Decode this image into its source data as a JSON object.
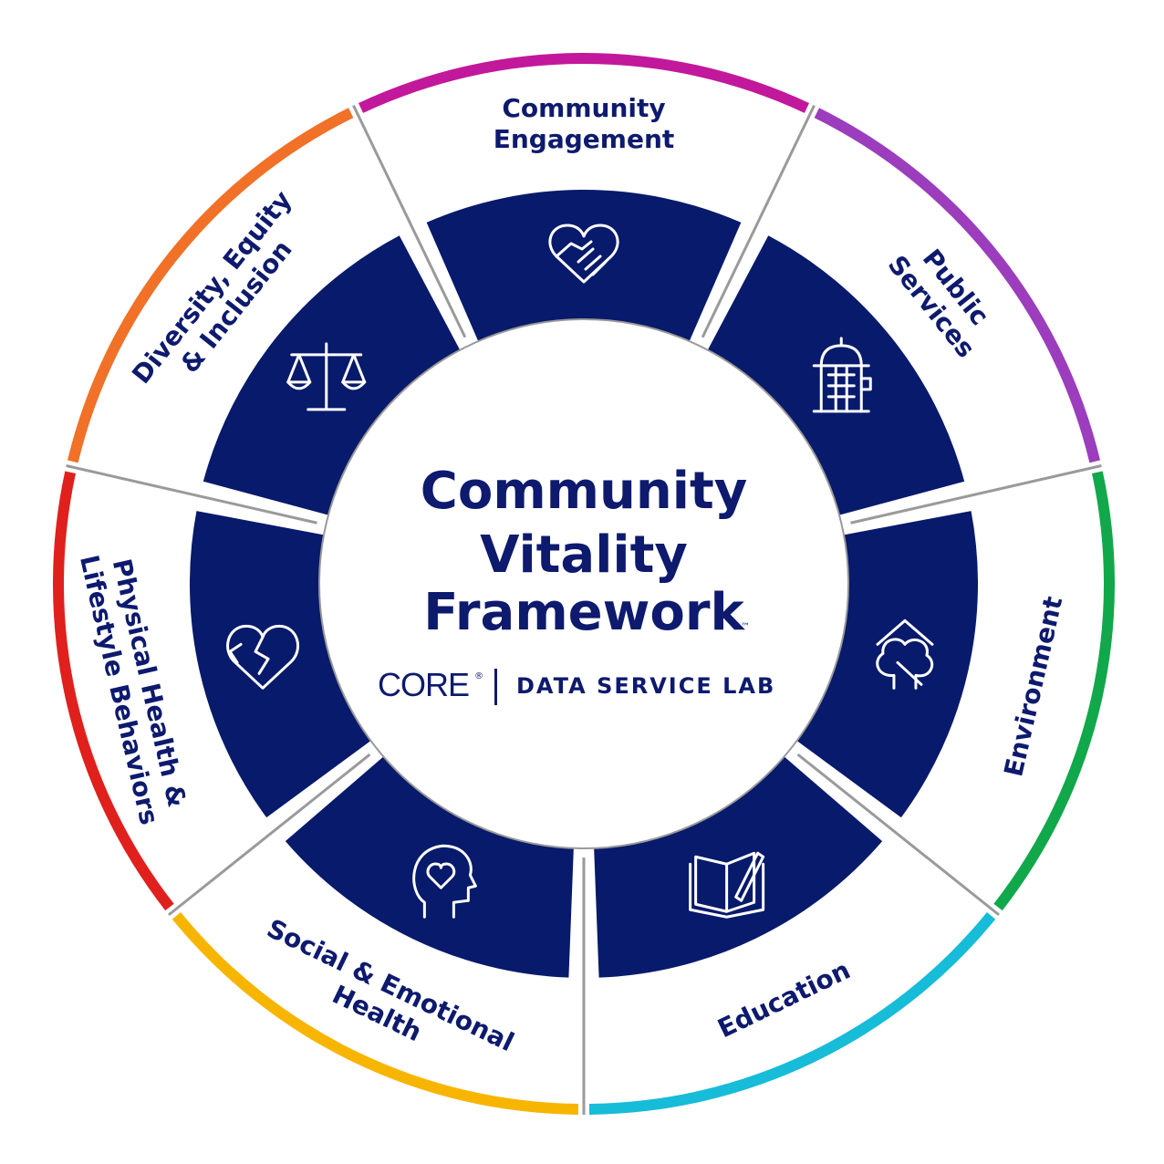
{
  "center": {
    "title_lines": [
      "Community",
      "Vitality",
      "Framework"
    ],
    "trademark": "™",
    "brand_left": "CORE",
    "brand_mark": "®",
    "brand_right": "DATA SERVICE LAB"
  },
  "segments": [
    {
      "lines": [
        "Community",
        "Engagement"
      ],
      "color": "#c2189b",
      "icon": "heart-handshake-icon"
    },
    {
      "lines": [
        "Public",
        "Services"
      ],
      "color": "#9b3dbd",
      "icon": "fire-hydrant-icon"
    },
    {
      "lines": [
        "Environment"
      ],
      "color": "#10a84a",
      "icon": "house-tree-icon"
    },
    {
      "lines": [
        "Education"
      ],
      "color": "#16bcd8",
      "icon": "open-book-pencil-icon"
    },
    {
      "lines": [
        "Social & Emotional",
        "Health"
      ],
      "color": "#f7b500",
      "icon": "head-heart-icon"
    },
    {
      "lines": [
        "Physical Health &",
        "Lifestyle Behaviors"
      ],
      "color": "#e0201d",
      "icon": "broken-heart-icon"
    },
    {
      "lines": [
        "Diversity, Equity",
        "& Inclusion"
      ],
      "color": "#f07127",
      "icon": "scales-icon"
    }
  ],
  "colors": {
    "navy": "#081a6b",
    "ring_text": "#0d1a6e",
    "divider": "#9a9a9a"
  }
}
